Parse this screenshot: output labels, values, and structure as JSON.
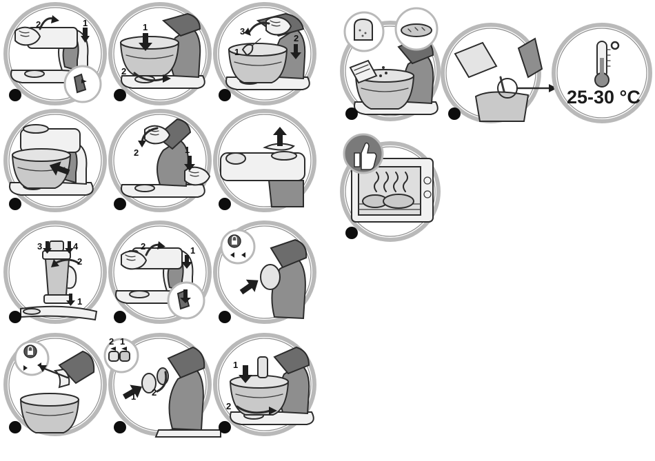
{
  "instructions": {
    "steps": [
      {
        "id": "s1",
        "labels": [
          "2",
          "1"
        ]
      },
      {
        "id": "s2",
        "labels": [
          "1",
          "2"
        ]
      },
      {
        "id": "s3",
        "labels": [
          "3",
          "1",
          "2"
        ]
      },
      {
        "id": "s4",
        "labels": []
      },
      {
        "id": "s5",
        "labels": [
          "2",
          "1"
        ]
      },
      {
        "id": "s6",
        "labels": []
      },
      {
        "id": "s7",
        "labels": [
          "3",
          "4",
          "2",
          "1"
        ]
      },
      {
        "id": "s8",
        "labels": [
          "2",
          "1"
        ]
      },
      {
        "id": "s9",
        "labels": []
      },
      {
        "id": "s10",
        "labels": []
      },
      {
        "id": "s11",
        "labels": [
          "2",
          "1",
          "1",
          "2"
        ]
      },
      {
        "id": "s12",
        "labels": [
          "1",
          "2"
        ]
      },
      {
        "id": "s13",
        "labels": []
      },
      {
        "id": "s14",
        "labels": []
      },
      {
        "id": "s15",
        "labels": []
      }
    ],
    "temperature_label": "25-30 °C"
  },
  "icons": [
    "mixer-icon",
    "bowl-icon",
    "arrow-icon",
    "lock-icon",
    "thermometer-icon",
    "thumbs-up-icon",
    "oven-icon",
    "bread-icon"
  ]
}
